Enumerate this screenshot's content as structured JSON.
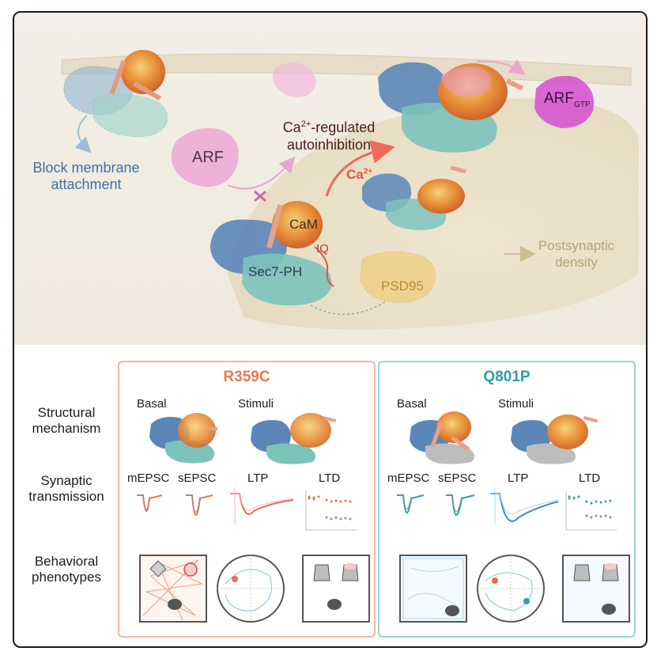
{
  "top": {
    "block_label_line1": "Block membrane",
    "block_label_line2": "attachment",
    "arf_label": "ARF",
    "ca_reg_sup": "2+",
    "ca_reg_base": "Ca",
    "ca_reg_rest": "-regulated",
    "autoinhibition": "autoinhibition",
    "ca2_base": "Ca",
    "ca2_sup": "2+",
    "cam_label": "CaM",
    "iq_label": "IQ",
    "sec7_label": "Sec7-PH",
    "psd95_label": "PSD95",
    "postsyn_line1": "Postsynaptic",
    "postsyn_line2": "density",
    "arfgtp_base": "ARF",
    "arfgtp_sub": "GTP"
  },
  "rows": {
    "structural_line1": "Structural",
    "structural_line2": "mechanism",
    "synaptic_line1": "Synaptic",
    "synaptic_line2": "transmission",
    "behavioral_line1": "Behavioral",
    "behavioral_line2": "phenotypes"
  },
  "panels": {
    "left": {
      "title": "R359C",
      "basal": "Basal",
      "stimuli": "Stimuli",
      "mepsc": "mEPSC",
      "sepsc": "sEPSC",
      "ltp": "LTP",
      "ltd": "LTD"
    },
    "right": {
      "title": "Q801P",
      "basal": "Basal",
      "stimuli": "Stimuli",
      "mepsc": "mEPSC",
      "sepsc": "sEPSC",
      "ltp": "LTP",
      "ltd": "LTD"
    }
  },
  "colors": {
    "left_accent": "#e8794e",
    "left_border": "#f0b9a3",
    "right_accent": "#2e9ea6",
    "right_border": "#9fd2d6",
    "sec7_blue": "#5b86b8",
    "ph_teal": "#7cc3bb",
    "arf_pink": "#e89ad0",
    "arf_magenta": "#d54ed0",
    "cam_orange": "#e7913a",
    "membrane": "#e2d7c0",
    "psd": "#e6d9b8"
  }
}
